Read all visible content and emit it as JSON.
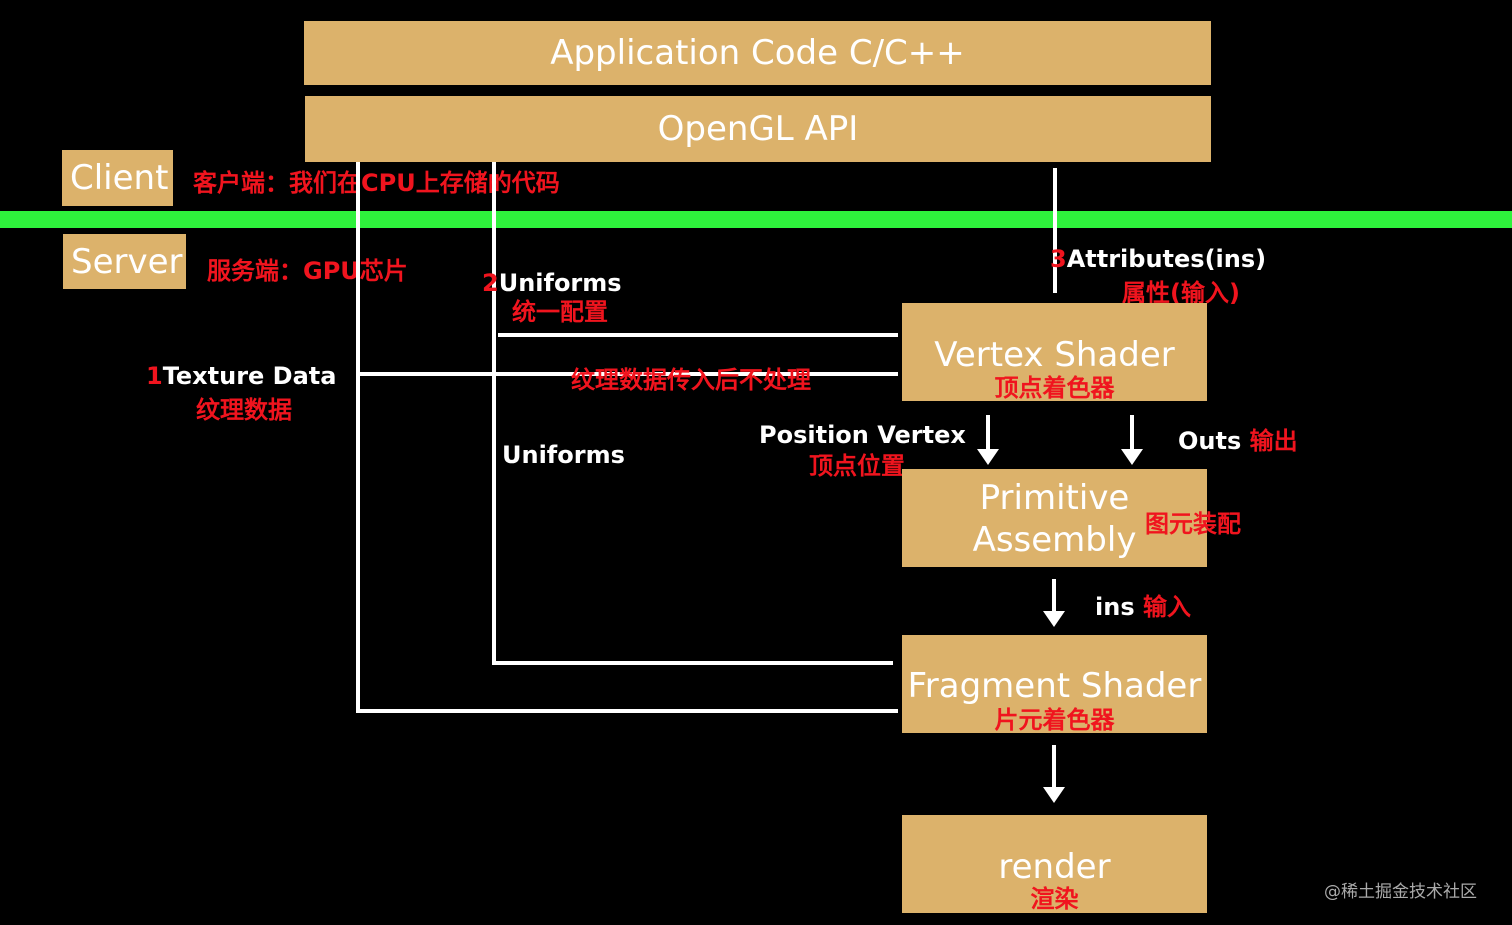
{
  "boxes": {
    "application_code": "Application Code C/C++",
    "opengl_api": "OpenGL API",
    "client": "Client",
    "server": "Server",
    "vertex_shader": {
      "title": "Vertex Shader",
      "subtitle": "顶点着色器"
    },
    "primitive_assembly": {
      "line1": "Primitive",
      "line2": "Assembly"
    },
    "fragment_shader": {
      "title": "Fragment Shader",
      "subtitle": "片元着色器"
    },
    "render": {
      "title": "render",
      "subtitle": "渲染"
    }
  },
  "annotations": {
    "client_desc": "客户端：我们在CPU上存储的代码",
    "server_desc": "服务端：GPU芯片",
    "texture_num": "1",
    "texture_label": "Texture Data",
    "texture_cn": "纹理数据",
    "uniforms_num": "2",
    "uniforms_label": "Uniforms",
    "uniforms_cn": "统一配置",
    "uniforms_label2": "Uniforms",
    "texture_note": "纹理数据传入后不处理",
    "attributes_num": "3",
    "attributes_label": "Attributes(ins)",
    "attributes_cn": "属性(输入)",
    "position_vertex": "Position Vertex",
    "position_vertex_cn": "顶点位置",
    "outs": "Outs",
    "outs_cn": "输出",
    "primitive_cn": "图元装配",
    "ins": "ins",
    "ins_cn": "输入"
  },
  "watermark": "@稀土掘金技术社区",
  "colors": {
    "box": "#dcb26b",
    "separator": "#2ef23c",
    "annotation_red": "#f0141e",
    "background": "#000000"
  }
}
